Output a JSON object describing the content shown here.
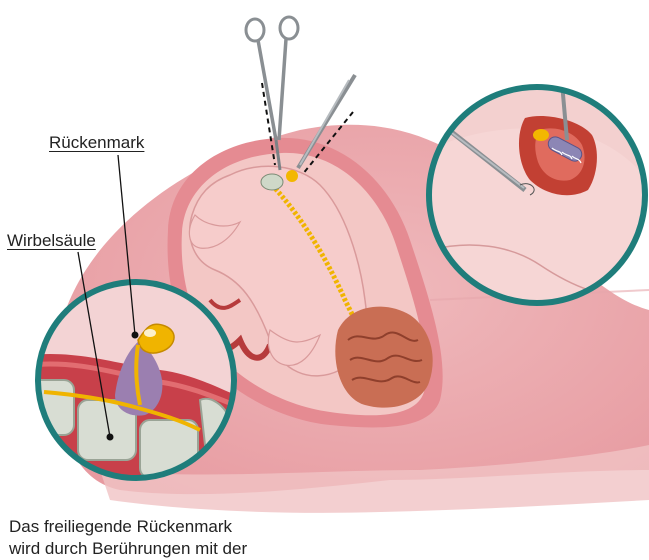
{
  "labels": {
    "spinal_cord": "Rückenmark",
    "spine": "Wirbelsäule"
  },
  "caption": {
    "line1": "Das freiliegende Rückenmark",
    "line2": "wird durch Berührungen mit der"
  },
  "colors": {
    "uterus_wall": "#e8949a",
    "uterus_inner": "#f3c6c4",
    "fetus_skin": "#f6cccb",
    "placenta": "#c96e54",
    "inset_ring": "#1f7d7b",
    "spinal_cord": "#f0b400",
    "bone": "#d8ddd3"
  }
}
